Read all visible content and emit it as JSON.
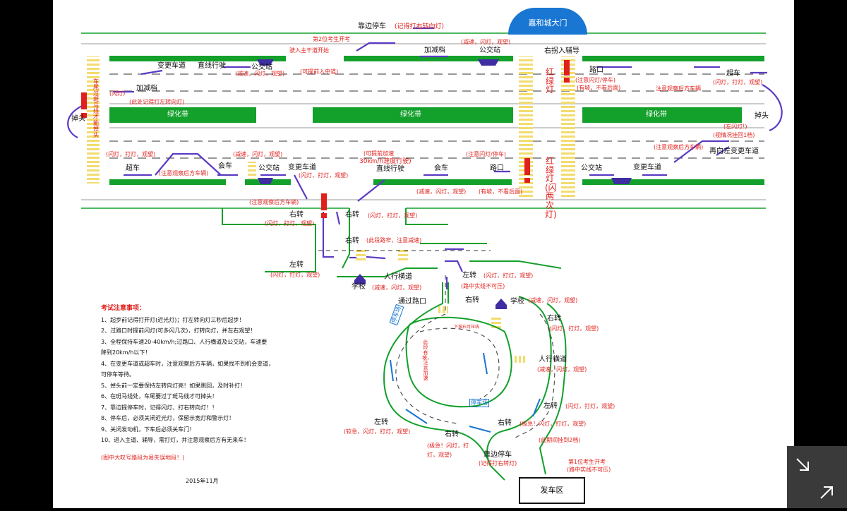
{
  "header": {
    "park_title": "靠边停车",
    "park_note": "(记得打右转向灯)",
    "gate": "嘉和城大门"
  },
  "top": {
    "right_turn_aux": "右拐入辅导",
    "accel_label": "加减档",
    "second_candidate": "第2位考生开考",
    "return_main": "驶入主干道开始",
    "top_right_note": "(减速，闪灯，观望)",
    "bus_stop": "公交站",
    "lane_change": "变更车道",
    "straight": "直线行驶",
    "slow_blink_look": "(减速，闪灯，观望)",
    "can_centre": "(可提前入中道)",
    "upper_crossing": "路口",
    "signal_blink_crossing": "(注意闪灯/停车)",
    "have_car_rear": "(有坡，不看后面)",
    "overtake": "超车",
    "overtake_note": "(闪灯，打灯，观望)",
    "watch_rear": "注意观察后方车辆",
    "blink": "(闪灯)",
    "remember_left_turn": "(此处记得打左转向灯)"
  },
  "green_belt": "绿化带",
  "left_side": {
    "uturn": "掉头",
    "zebra_vert": "车尾过斑马线才能掉头"
  },
  "right_side": {
    "uturn": "掉头",
    "left_blink": "(左闪灯!)",
    "view_gear": "(视情况挂回1档)",
    "watch_rear": "(注意观察后方车辆)",
    "change_left": "再向左变更车道"
  },
  "traffic_light_vert_1": "红绿灯",
  "traffic_light_vert_2": "红绿灯(闪两次灯)",
  "lower": {
    "note_blink": "(闪灯，打灯，观望)",
    "overtake": "超车",
    "watch_rear": "(注意观察后方车辆)",
    "meet": "会车",
    "meet_note": "(减速，闪灯，观望)",
    "bus_stop": "公交站",
    "lane_change": "变更车道",
    "lane_note": "(闪灯，打灯，观望)",
    "speed_up": "(可提前加速",
    "speed": "30km/h速度行驶)",
    "straight": "直线行驶",
    "meet2": "会车",
    "crossing": "路口",
    "crossing_note": "(注意闪灯/停车)",
    "slow_note": "(减速，闪灯，观望)",
    "slope_note": "(有坡，不看后面)",
    "bus_stop2": "公交站",
    "lane_change2": "变更车道",
    "watch_rear2": "(注意观察后方车辆)"
  },
  "branch": {
    "right_turn_a": "右转",
    "right_turn_a_note": "(闪灯，打灯，观望)",
    "right_turn_b": "右转",
    "right_turn_b_note": "(闪灯，打灯，观望)",
    "right_turn_c": "右转",
    "right_turn_c_note": "(此段路窄，注意减速)",
    "left_turn": "左转",
    "left_turn_note": "(闪灯，打灯，观望)",
    "crosswalk": "人行横道",
    "school": "学校",
    "school_note": "(减速，闪灯，观望)",
    "left_turn2": "左转",
    "left_turn2_note": "(闪灯，打灯，观望)",
    "no_press": "(路中实线不可压)",
    "pass_crossing": "通过路口",
    "school2": "学校",
    "school2_note": "(减速，闪灯，观望)",
    "right_turn_d": "右转",
    "right_turn_d_note": "(闪灯，打灯，观望)",
    "crosswalk2": "人行横道",
    "crosswalk2_note": "(减速，闪灯，观望)",
    "left_turn3": "左转",
    "left_turn3_note": "(闪灯，打灯，观望)",
    "right_turn_e": "右转",
    "right_turn_e_note": "(极急！闪灯，打灯，观望)",
    "gear2": "(此期间挂到2档)",
    "left_turn4": "左转",
    "left_turn4_note": "(较急，闪灯，打灯，观望)",
    "right_turn_f": "右转",
    "right_turn_f_note": "(极急！闪灯，打灯，观望)",
    "park": "靠边停车",
    "park_note": "(记得打右转灯)",
    "first_candidate": "第1位考生开考",
    "first_note": "(路中实线不可压)",
    "start_area": "发车区",
    "park_lot": "停车场",
    "park_lot2": "停车场",
    "down_slope": "下坡石可压线",
    "loop_note": "此段有坡，注意加速"
  },
  "notes": {
    "title": "考试注意事项：",
    "items": [
      "1、起步前记得打开灯(近光灯)；打左转向灯三秒后起步！",
      "2、过路口时提前闪灯(可多闪几次)，打转向灯，并左右观望！",
      "3、全程保持车速20-40km/h;过路口、人行横道及公交站，车速要",
      "降到20km/h以下！",
      "4、在变更车道或超车时，注意观察后方车辆，如果找不到机会变道，",
      "可停车等待。",
      "5、掉头前一定要保持左转向灯亮！如果跳回，及时补打！",
      "6、在斑马线处，车尾要过了斑马线才可掉头！",
      "7、靠边提停车时，记得闪灯、打右转向灯！！",
      "8、停车后，必须关闭近光灯，保留示宽灯和警示灯！",
      "9、关闭发动机，下车后必须关车门！",
      "10、进入主道、辅导，需打灯，并注意观察后方有无来车！"
    ],
    "footer": "(图中大叹号路段为易失误地段！)",
    "date": "2015年11月"
  },
  "colors": {
    "green": "#13a02b",
    "red": "#e0201c",
    "purple": "#5c3bc4",
    "yellow": "#f5e07a",
    "gate_blue": "#1976d2"
  },
  "icons": [
    "expand-icon",
    "exclamation-icon",
    "bus-stop-icon",
    "school-icon",
    "arrow-icon"
  ]
}
